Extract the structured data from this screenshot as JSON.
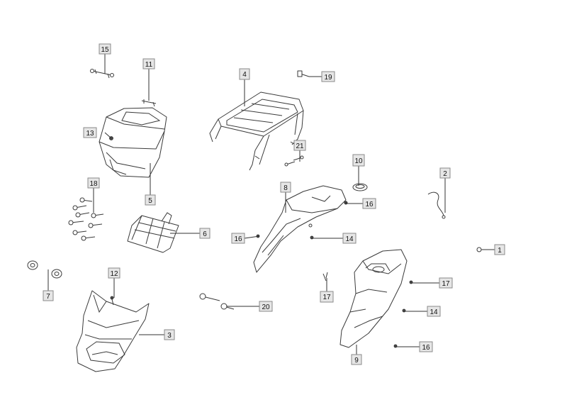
{
  "parts": [
    {
      "label": "1"
    },
    {
      "label": "2"
    },
    {
      "label": "3"
    },
    {
      "label": "4"
    },
    {
      "label": "5"
    },
    {
      "label": "6"
    },
    {
      "label": "7"
    },
    {
      "label": "8"
    },
    {
      "label": "9"
    },
    {
      "label": "10"
    },
    {
      "label": "11"
    },
    {
      "label": "12"
    },
    {
      "label": "13"
    },
    {
      "label": "14"
    },
    {
      "label": "14"
    },
    {
      "label": "15"
    },
    {
      "label": "16"
    },
    {
      "label": "16"
    },
    {
      "label": "16"
    },
    {
      "label": "17"
    },
    {
      "label": "17"
    },
    {
      "label": "18"
    },
    {
      "label": "19"
    },
    {
      "label": "20"
    },
    {
      "label": "21"
    }
  ],
  "colors": {
    "line": "#3a3a3a",
    "callout_fill": "#e6e6e6",
    "callout_border": "#8a8a8a"
  }
}
